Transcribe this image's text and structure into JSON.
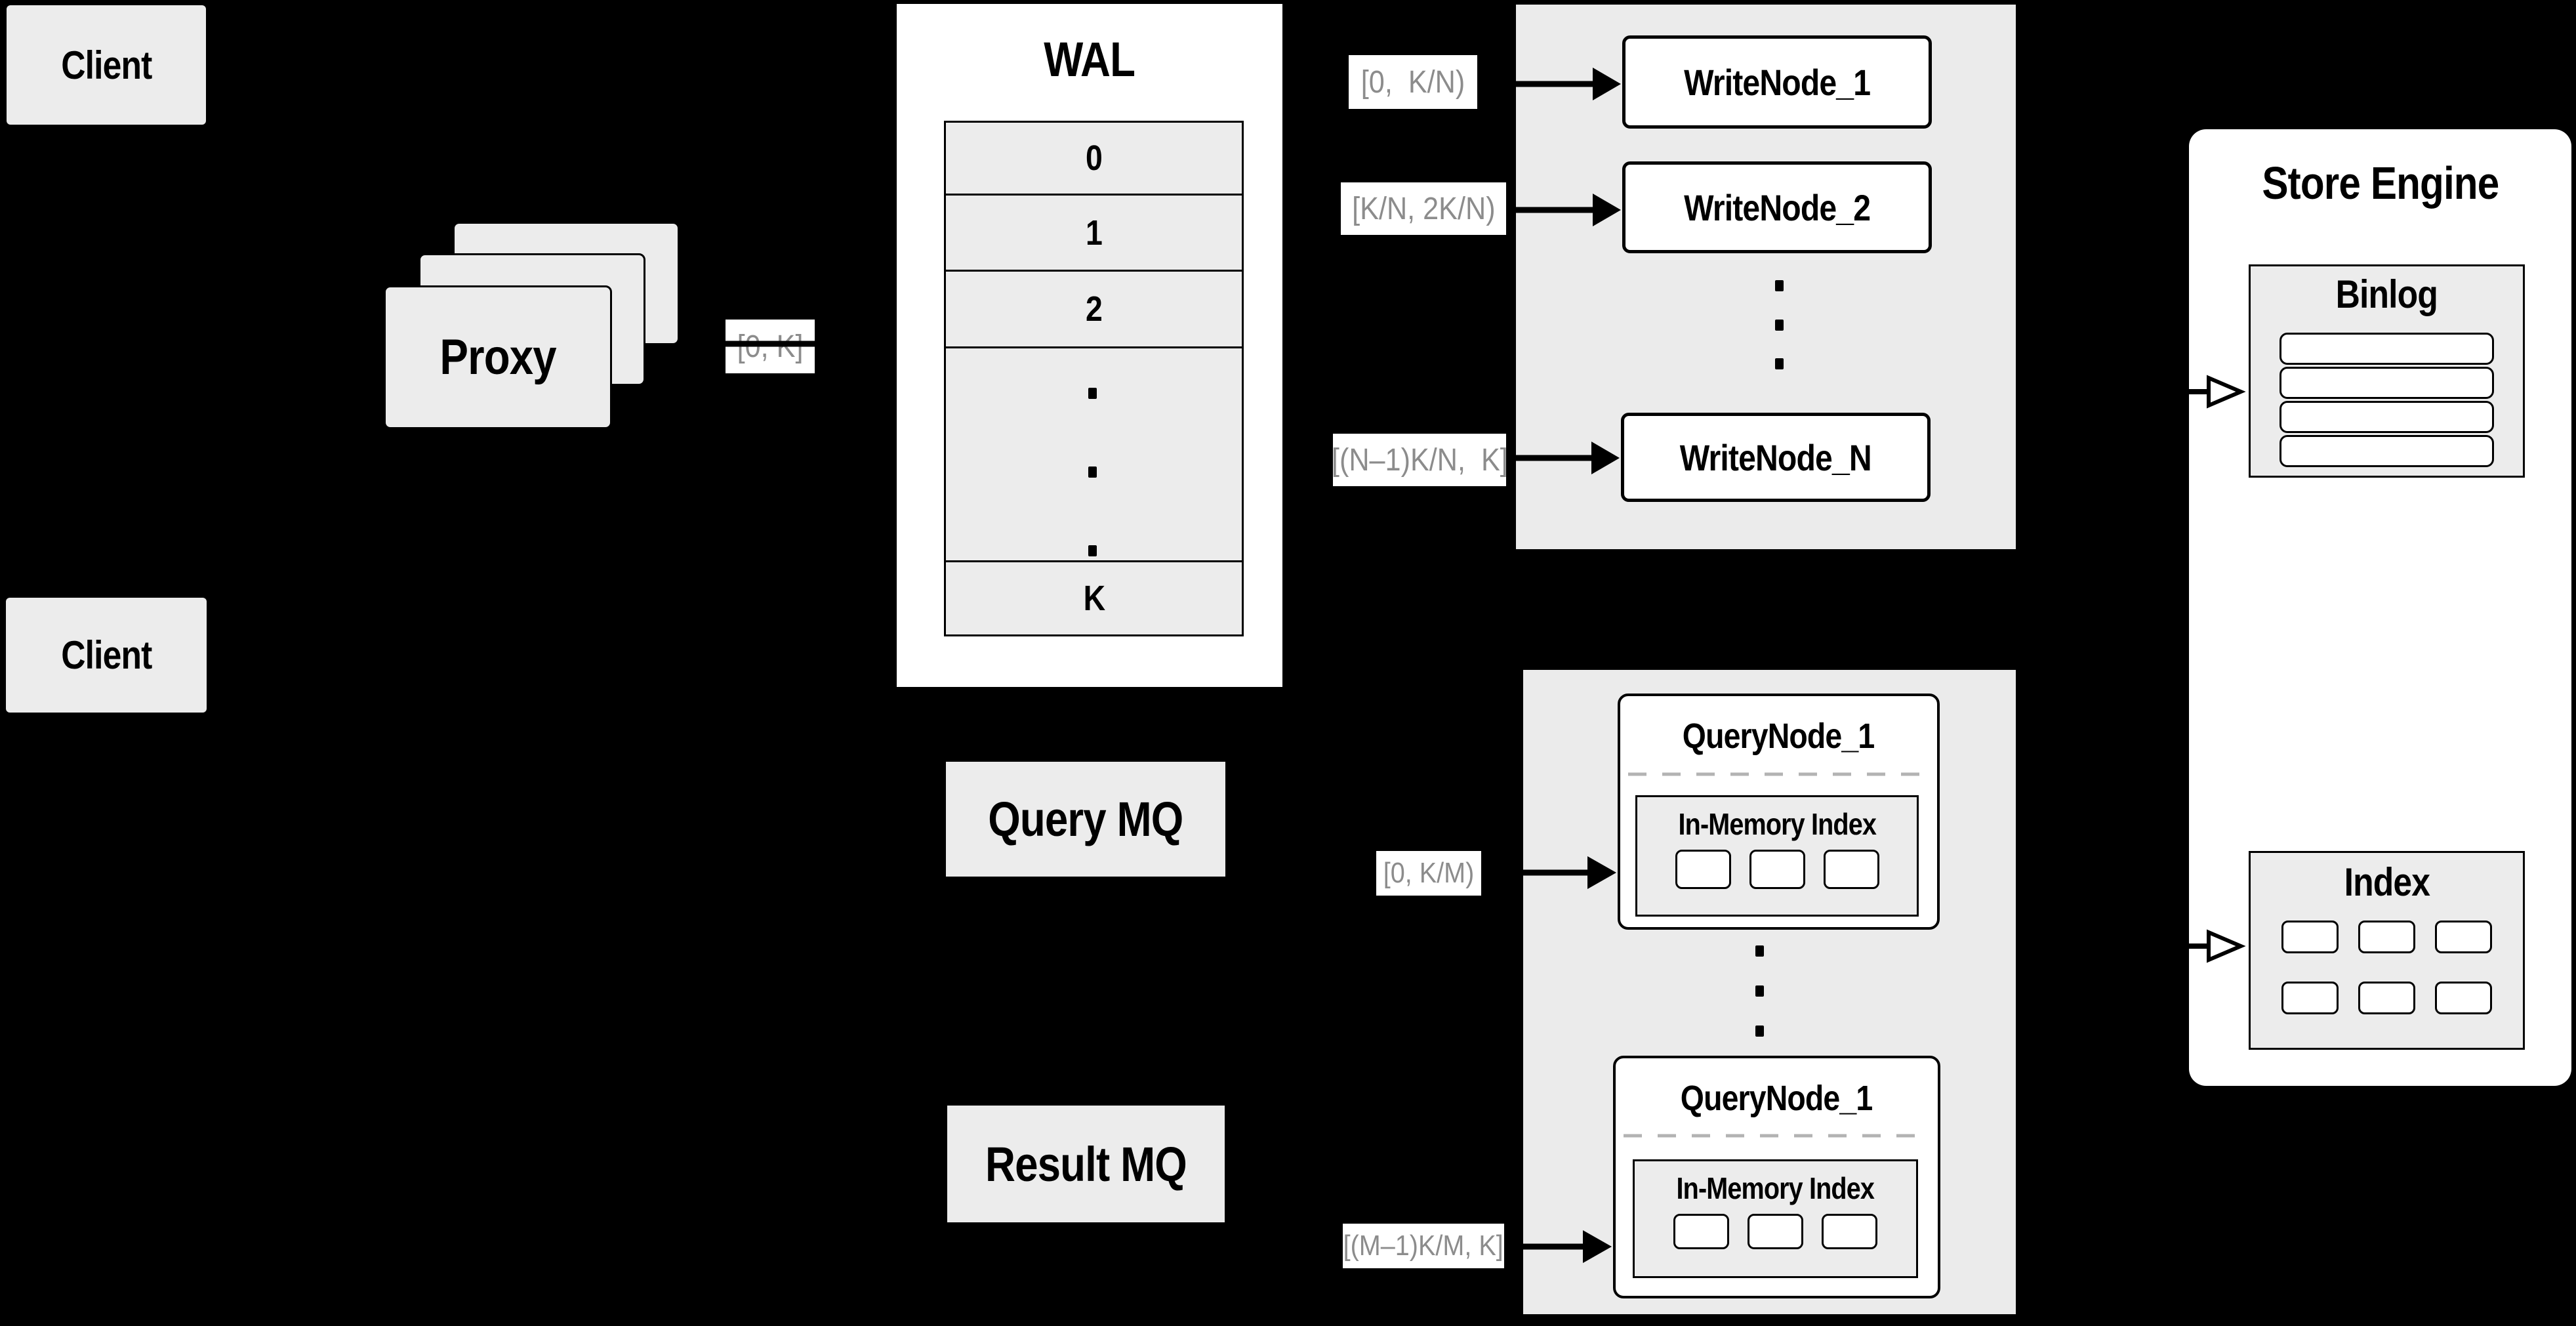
{
  "colors": {
    "background": "#000000",
    "box_fill": "#ececec",
    "panel_fill": "#ebebeb",
    "node_fill": "#ffffff",
    "line": "#000000",
    "edge_label_text": "#8c8c8c",
    "dashed_divider": "#b3b3b3"
  },
  "clients": {
    "top": "Client",
    "bottom": "Client"
  },
  "proxy": {
    "label": "Proxy"
  },
  "wal": {
    "title": "WAL",
    "rows": [
      "0",
      "1",
      "2",
      "K"
    ]
  },
  "edge_labels": {
    "proxy_to_wal": "[0, K]",
    "write_node_1": "[0,  K/N)",
    "write_node_2": "[K/N, 2K/N)",
    "write_node_n": "[(N–1)K/N,  K]",
    "query_node_top": "[0, K/M)",
    "query_node_bottom": "[(M–1)K/M, K]"
  },
  "write_nodes": {
    "node_1": "WriteNode_1",
    "node_2": "WriteNode_2",
    "node_n": "WriteNode_N"
  },
  "mq": {
    "query": "Query MQ",
    "result": "Result MQ"
  },
  "query_nodes": {
    "top": {
      "title": "QueryNode_1",
      "inner_title": "In-Memory Index"
    },
    "bottom": {
      "title": "QueryNode_1",
      "inner_title": "In-Memory Index"
    }
  },
  "store_engine": {
    "title": "Store Engine",
    "binlog_title": "Binlog",
    "index_title": "Index"
  }
}
